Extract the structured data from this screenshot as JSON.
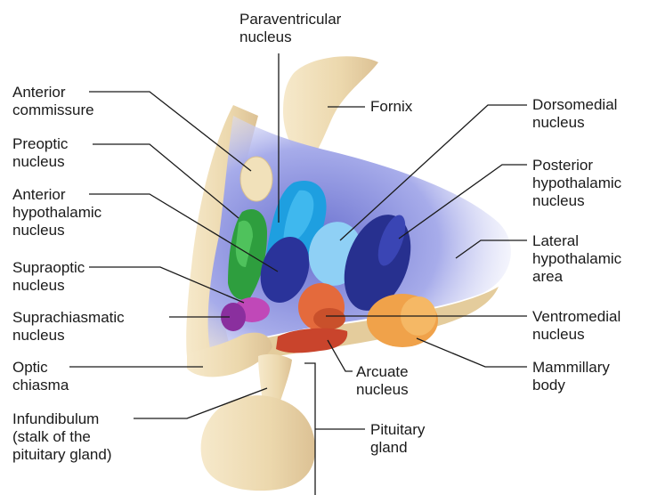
{
  "labels": {
    "paraventricular": "Paraventricular\nnucleus",
    "fornix": "Fornix",
    "dorsomedial": "Dorsomedial\nnucleus",
    "posterior": "Posterior\nhypothalamic\nnucleus",
    "lateral": "Lateral\nhypothalamic\narea",
    "ventromedial": "Ventromedial\nnucleus",
    "mammillary": "Mammillary\nbody",
    "anterior_commissure": "Anterior\ncommissure",
    "preoptic": "Preoptic\nnucleus",
    "anterior_hypothalamic": "Anterior\nhypothalamic\nnucleus",
    "supraoptic": "Supraoptic\nnucleus",
    "suprachiasmatic": "Suprachiasmatic\nnucleus",
    "optic_chiasma": "Optic\nchiasma",
    "infundibulum": "Infundibulum\n(stalk of the\npituitary gland)",
    "arcuate": "Arcuate\nnucleus",
    "pituitary": "Pituitary\ngland"
  },
  "colors": {
    "tissue": "#eedcb4",
    "tissue_dark": "#d2b887",
    "region": "#7f86d6",
    "paraventricular": "#1e9fe0",
    "dorsomedial": "#8fd0f5",
    "posterior": "#27308f",
    "anterior_hypothalamic": "#2a339a",
    "preoptic": "#2e9e3e",
    "supraoptic": "#c048b8",
    "suprachiasmatic": "#8a2f9e",
    "ventromedial": "#e46a3c",
    "arcuate": "#c9442c",
    "mammillary": "#f0a24a",
    "leader": "#1a1a1a"
  }
}
